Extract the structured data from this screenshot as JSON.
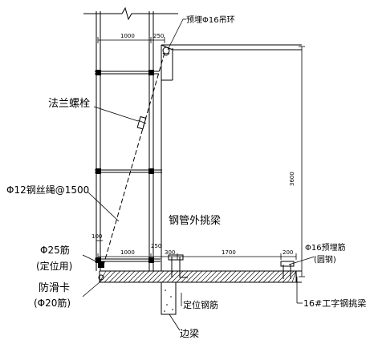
{
  "labels": {
    "embedded_ring": "预埋Φ16吊环",
    "flange_bolt": "法兰螺栓",
    "wire_rope": "Φ12钢丝绳@1500",
    "rebar_locating": "Φ25筋",
    "rebar_locating_note": "(定位用)",
    "anti_slip": "防滑卡",
    "anti_slip_note": "(Φ20筋)",
    "cantilever_beam": "钢管外挑梁",
    "embedded_rebar": "Φ16预埋筋",
    "embedded_rebar_note": "(圆钢)",
    "locating_rebar": "定位钢筋",
    "beam_16": "16#工字钢挑梁",
    "edge_beam": "边梁"
  },
  "dimensions": {
    "top_1000": "1000",
    "top_250": "250",
    "height_3600": "3600",
    "left_100": "100",
    "bottom_1000": "1000",
    "bottom_250": "250",
    "bottom_300": "300",
    "bottom_1700": "1700",
    "bottom_200": "200"
  }
}
